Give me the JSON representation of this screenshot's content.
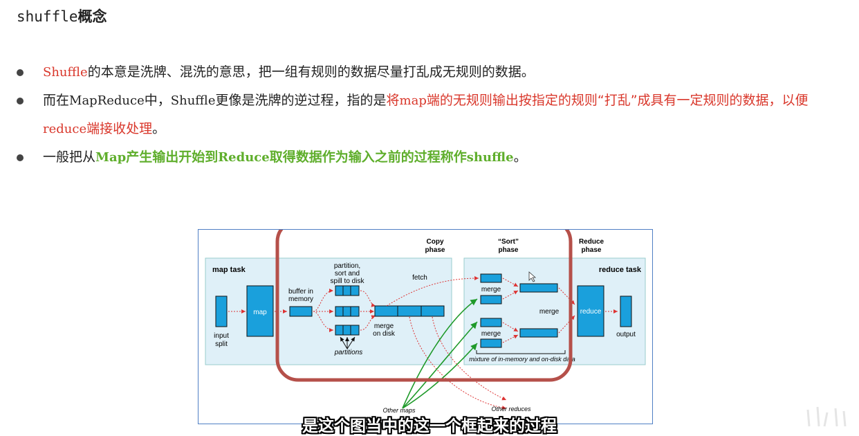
{
  "title": {
    "code": "shuffle",
    "text": "概念"
  },
  "bullets": [
    {
      "parts": [
        {
          "text": "Shuffle",
          "style": "red code"
        },
        {
          "text": "的本意是洗牌、混洗的意思，把一组有规则的数据尽量打乱成无规则的数据。",
          "style": ""
        }
      ]
    },
    {
      "parts": [
        {
          "text": "而在",
          "style": ""
        },
        {
          "text": "MapReduce",
          "style": "code"
        },
        {
          "text": "中，",
          "style": ""
        },
        {
          "text": "Shuffle",
          "style": "code"
        },
        {
          "text": "更像是洗牌的逆过程，指的是",
          "style": ""
        },
        {
          "text": "将",
          "style": "red"
        },
        {
          "text": "map",
          "style": "red code"
        },
        {
          "text": "端的无规则输出按指定的规则“打乱”成具有一定规则的数据，以便",
          "style": "red"
        },
        {
          "text": "reduce",
          "style": "red code"
        },
        {
          "text": "端接收处理",
          "style": "red"
        },
        {
          "text": "。",
          "style": ""
        }
      ]
    },
    {
      "parts": [
        {
          "text": "一般把从",
          "style": ""
        },
        {
          "text": "Map",
          "style": "green code"
        },
        {
          "text": "产生输出开始到",
          "style": "green"
        },
        {
          "text": "Reduce",
          "style": "green code"
        },
        {
          "text": "取得数据作为输入之前的过程称作",
          "style": "green"
        },
        {
          "text": "shuffle",
          "style": "green code"
        },
        {
          "text": "。",
          "style": ""
        }
      ]
    }
  ],
  "diagram": {
    "phase_copy": [
      "Copy",
      "phase"
    ],
    "phase_sort": [
      "“Sort”",
      "phase"
    ],
    "phase_reduce": [
      "Reduce",
      "phase"
    ],
    "map_task": "map task",
    "reduce_task": "reduce task",
    "input_split": [
      "input",
      "split"
    ],
    "map": "map",
    "buffer": [
      "buffer in",
      "memory"
    ],
    "partition_sort": [
      "partition,",
      "sort and",
      "spill to disk"
    ],
    "fetch": "fetch",
    "merge_on_disk": [
      "merge",
      "on disk"
    ],
    "partitions": "partitions",
    "merge": "merge",
    "reduce": "reduce",
    "output": "output",
    "mixture": "mixture of in-memory and on-disk data",
    "other_maps": "Other maps",
    "other_reduces": "Other reduces",
    "colors": {
      "box": "#1aa0dc",
      "panel": "#dff0f8",
      "highlight": "#b5504a",
      "arrow_red": "#d33",
      "arrow_green": "#1f9a2a"
    }
  },
  "subtitle": "是这个图当中的这一个框起来的过程"
}
